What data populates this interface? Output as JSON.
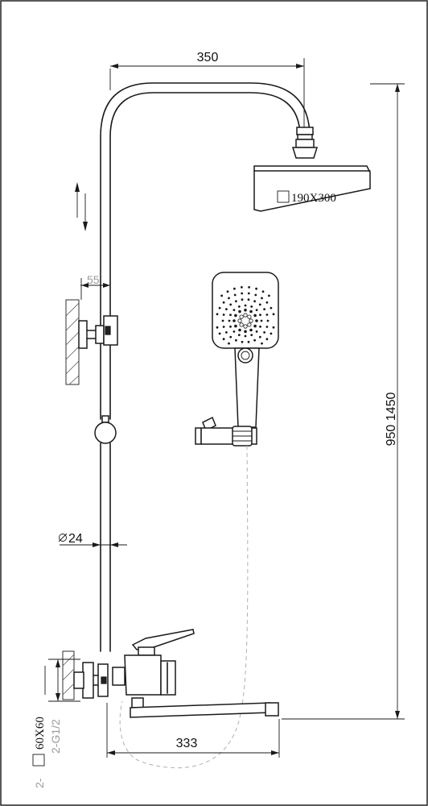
{
  "dimensions": {
    "top_width": "350",
    "shower_head_size": "190X300",
    "wall_offset": "55",
    "pipe_diameter": "24",
    "height_min_max": "950 1450",
    "spout_length": "333",
    "flange_size": "60X60",
    "flange_prefix": "2-",
    "connection": "2-G1/2"
  }
}
